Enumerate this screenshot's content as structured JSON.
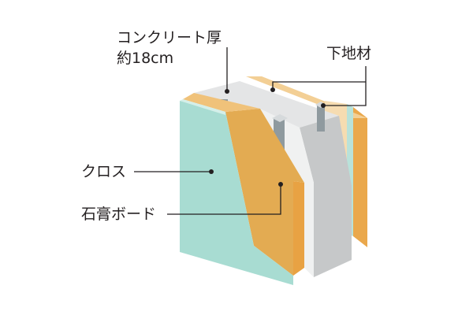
{
  "labels": {
    "concrete_line1": "コンクリート厚",
    "concrete_line2": "約18cm",
    "base_material": "下地材",
    "cloth": "クロス",
    "gypsum_board": "石膏ボード"
  },
  "colors": {
    "cloth": "#a8dcd2",
    "gypsum_board": "#e3ab52",
    "concrete": "#c6c8c9",
    "base_material": "#8f9a9f",
    "back_board": "#f2cc8e",
    "ink": "#231f20"
  }
}
